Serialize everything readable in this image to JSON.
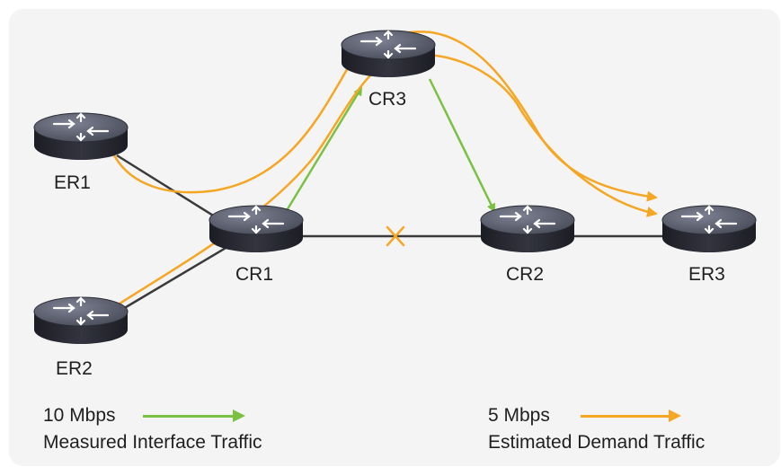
{
  "colors": {
    "measured": "#7ac143",
    "demand": "#f5a623",
    "link": "#3a3a3a",
    "router_top": "#5d6170",
    "router_side": "#262730"
  },
  "nodes": {
    "er1": {
      "label": "ER1",
      "icon": "router-icon"
    },
    "er2": {
      "label": "ER2",
      "icon": "router-icon"
    },
    "cr1": {
      "label": "CR1",
      "icon": "router-icon"
    },
    "cr2": {
      "label": "CR2",
      "icon": "router-icon"
    },
    "cr3": {
      "label": "CR3",
      "icon": "router-icon"
    },
    "er3": {
      "label": "ER3",
      "icon": "router-icon"
    }
  },
  "failed_link_marker": "x-mark-icon",
  "legend": {
    "measured": {
      "value": "10 Mbps",
      "label": "Measured Interface Traffic"
    },
    "demand": {
      "value": "5 Mbps",
      "label": "Estimated Demand Traffic"
    }
  }
}
